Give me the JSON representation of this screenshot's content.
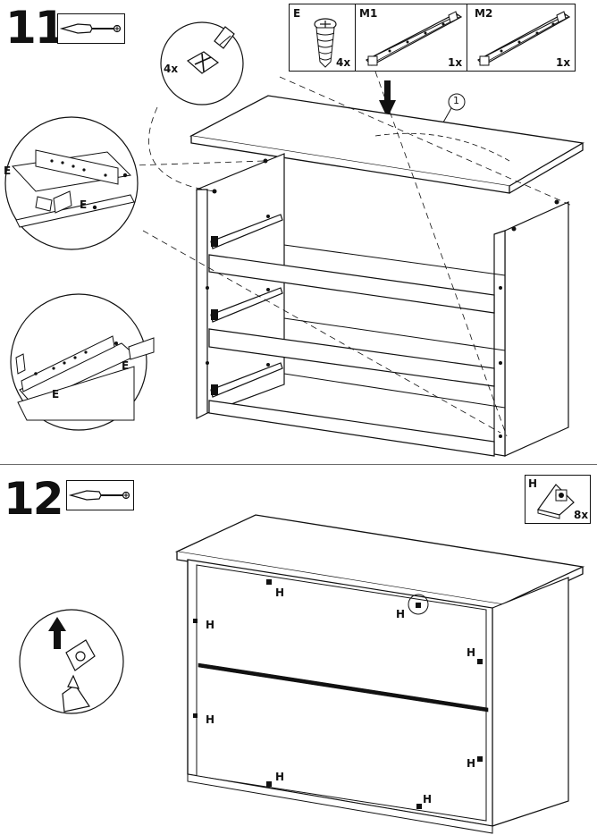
{
  "steps": [
    {
      "number": "11",
      "tool": "screwdriver-icon",
      "parts": [
        {
          "code": "E",
          "qty": "4x",
          "icon": "screw-icon"
        },
        {
          "code": "M1",
          "qty": "1x",
          "icon": "drawer-runner-icon"
        },
        {
          "code": "M2",
          "qty": "1x",
          "icon": "drawer-runner-icon"
        }
      ],
      "detail_qty": "4x",
      "callout": "1",
      "runner_label": "E"
    },
    {
      "number": "12",
      "tool": "screwdriver-icon",
      "parts": [
        {
          "code": "H",
          "qty": "8x",
          "icon": "corner-bracket-icon"
        }
      ],
      "fastener_label": "H"
    }
  ]
}
